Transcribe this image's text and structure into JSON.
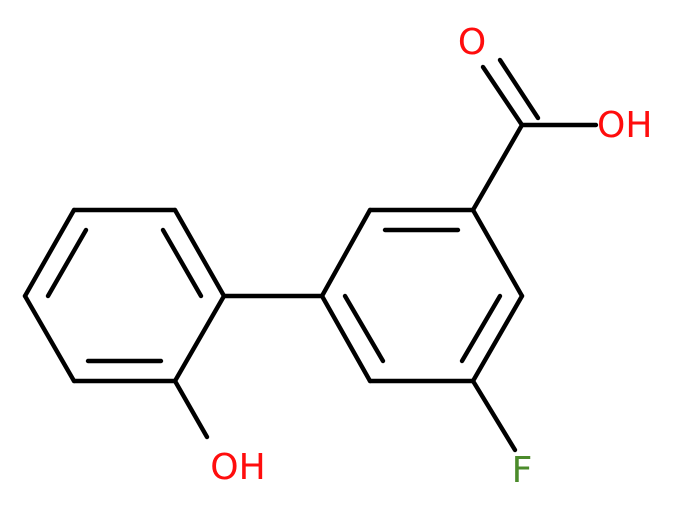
{
  "molecule": {
    "atoms": [
      {
        "id": "O1",
        "text": "O",
        "color": "#ff0d0d"
      },
      {
        "id": "O2",
        "text": "OH",
        "color": "#ff0d0d"
      },
      {
        "id": "O3",
        "text": "OH",
        "color": "#ff0d0d"
      },
      {
        "id": "F1",
        "text": "F",
        "color": "#4b8b2b"
      }
    ],
    "bond_color": "#000000"
  }
}
